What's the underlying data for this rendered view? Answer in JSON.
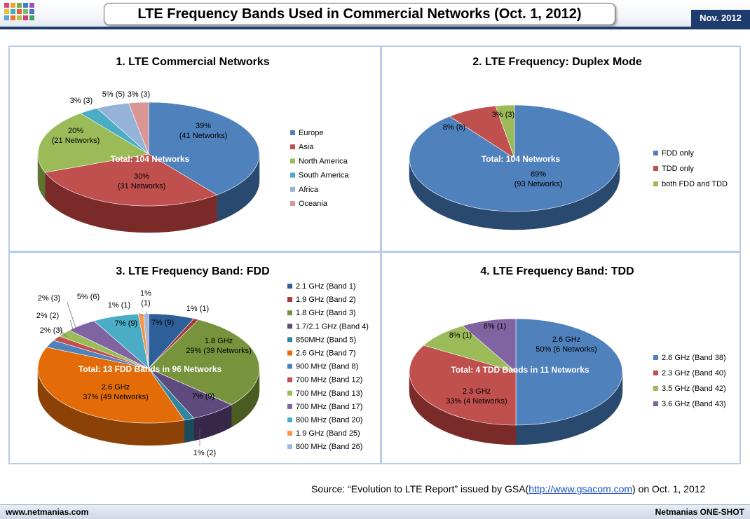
{
  "header": {
    "title": "LTE Frequency Bands Used in Commercial Networks (Oct. 1, 2012)",
    "date": "Nov. 2012"
  },
  "footer": {
    "left": "www.netmanias.com",
    "right": "Netmanias ONE-SHOT"
  },
  "source": {
    "prefix": "Source: “Evolution to LTE Report” issued by GSA(",
    "link": "http://www.gsacom.com",
    "suffix": ") on Oct. 1, 2012"
  },
  "colors": {
    "bar": "#1f3c6e",
    "panel_border": "#b7cbea",
    "link": "#1a4fc4"
  },
  "chart_data": [
    {
      "type": "pie",
      "title": "1. LTE Commercial Networks",
      "center_label": "Total: 104 Networks",
      "legend_position": "right",
      "slices": [
        {
          "name": "Europe",
          "value": 41,
          "label1": "39%",
          "label2": "(41 Networks)",
          "color": "#4f81bd",
          "dark": "#29496f"
        },
        {
          "name": "Asia",
          "value": 31,
          "label1": "30%",
          "label2": "(31 Networks)",
          "color": "#c0504d",
          "dark": "#7a2b29"
        },
        {
          "name": "North America",
          "value": 21,
          "label1": "20%",
          "label2": "(21 Networks)",
          "color": "#9bbb59",
          "dark": "#5e7530"
        },
        {
          "name": "South America",
          "value": 3,
          "label1": "3% (3)",
          "color": "#4bacc6",
          "dark": "#296a7c"
        },
        {
          "name": "Africa",
          "value": 5,
          "label1": "5% (5)",
          "color": "#95b3d7",
          "dark": "#597595"
        },
        {
          "name": "Oceania",
          "value": 3,
          "label1": "3% (3)",
          "color": "#d99694",
          "dark": "#935a58"
        }
      ]
    },
    {
      "type": "pie",
      "title": "2. LTE Frequency: Duplex Mode",
      "center_label": "Total: 104 Networks",
      "legend_position": "right",
      "slices": [
        {
          "name": "FDD only",
          "value": 93,
          "label1": "89%",
          "label2": "(93 Networks)",
          "color": "#4f81bd",
          "dark": "#29496f"
        },
        {
          "name": "TDD only",
          "value": 8,
          "label1": "8% (8)",
          "color": "#c0504d",
          "dark": "#7a2b29"
        },
        {
          "name": "both FDD and TDD",
          "value": 3,
          "label1": "3% (3)",
          "color": "#9bbb59",
          "dark": "#5e7530"
        }
      ]
    },
    {
      "type": "pie",
      "title": "3. LTE Frequency Band: FDD",
      "center_label": "Total: 13 FDD Bands in 96 Networks",
      "legend_position": "right",
      "slices": [
        {
          "name": "2.1 GHz (Band 1)",
          "value": 9,
          "label1": "7% (9)",
          "color": "#2f5f98",
          "dark": "#1a3658"
        },
        {
          "name": "1.9 GHz (Band 2)",
          "value": 1,
          "label1": "1% (1)",
          "color": "#a33a36",
          "dark": "#66201e"
        },
        {
          "name": "1.8 GHz (Band 3)",
          "value": 39,
          "label1": "1.8 GHz",
          "label2": "29% (39 Networks)",
          "color": "#77933c",
          "dark": "#4a5c22"
        },
        {
          "name": "1.7/2.1 GHz (Band 4)",
          "value": 9,
          "label1": "7% (9)",
          "color": "#5f4a7e",
          "dark": "#352848"
        },
        {
          "name": "850MHz (Band 5)",
          "value": 2,
          "label1": "1% (2)",
          "color": "#31859c",
          "dark": "#1a4c5a"
        },
        {
          "name": "2.6 GHz (Band 7)",
          "value": 49,
          "label1": "2.6 GHz",
          "label2": "37% (49 Networks)",
          "color": "#e36c09",
          "dark": "#8c4206"
        },
        {
          "name": "900 MHz (Band 8)",
          "value": 3,
          "label1": "2% (3)",
          "color": "#4f81bd",
          "dark": "#29496f"
        },
        {
          "name": "700 MHz (Band 12)",
          "value": 2,
          "label1": "2% (2)",
          "color": "#c0504d",
          "dark": "#7a2b29"
        },
        {
          "name": "700 MHz (Band 13)",
          "value": 3,
          "label1": "2% (3)",
          "color": "#9bbb59",
          "dark": "#5e7530"
        },
        {
          "name": "700 MHz (Band 17)",
          "value": 6,
          "label1": "5% (6)",
          "color": "#8064a2",
          "dark": "#4a3a60"
        },
        {
          "name": "800 MHz (Band 20)",
          "value": 9,
          "label1": "7% (9)",
          "color": "#4bacc6",
          "dark": "#296a7c"
        },
        {
          "name": "1.9 GHz (Band 25)",
          "value": 1,
          "label1": "1% (1)",
          "color": "#f79646",
          "dark": "#9a5a22"
        },
        {
          "name": "800 MHz (Band 26)",
          "value": 1,
          "label1": "1%",
          "label2": "(1)",
          "color": "#a6b9dc",
          "dark": "#65789a"
        }
      ]
    },
    {
      "type": "pie",
      "title": "4. LTE Frequency Band: TDD",
      "center_label": "Total: 4 TDD Bands in 11 Networks",
      "legend_position": "right",
      "slices": [
        {
          "name": "2.6 GHz (Band 38)",
          "value": 6,
          "label1": "2.6 GHz",
          "label2": "50% (6 Networks)",
          "color": "#4f81bd",
          "dark": "#29496f"
        },
        {
          "name": "2.3 GHz (Band 40)",
          "value": 4,
          "label1": "2.3 GHz",
          "label2": "33% (4 Networks)",
          "color": "#c0504d",
          "dark": "#7a2b29"
        },
        {
          "name": "3.5 GHz (Band 42)",
          "value": 1,
          "label1": "8% (1)",
          "color": "#9bbb59",
          "dark": "#5e7530"
        },
        {
          "name": "3.6 GHz (Band 43)",
          "value": 1,
          "label1": "8% (1)",
          "color": "#8064a2",
          "dark": "#4a3a60"
        }
      ]
    }
  ]
}
